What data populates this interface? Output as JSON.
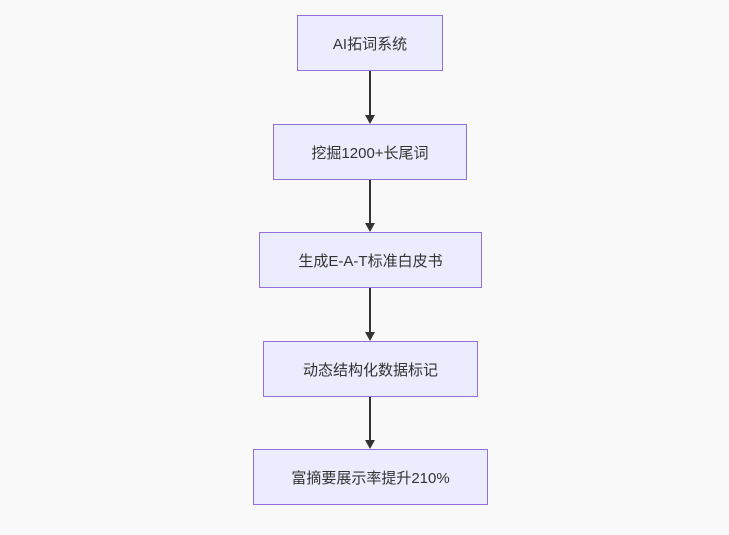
{
  "diagram": {
    "type": "flowchart",
    "direction": "top-down",
    "nodes": [
      {
        "label": "AI拓词系统"
      },
      {
        "label": "挖掘1200+长尾词"
      },
      {
        "label": "生成E-A-T标准白皮书"
      },
      {
        "label": "动态结构化数据标记"
      },
      {
        "label": "富摘要展示率提升210%"
      }
    ],
    "edges": [
      {
        "from": 0,
        "to": 1,
        "style": "arrow-down"
      },
      {
        "from": 1,
        "to": 2,
        "style": "arrow-down"
      },
      {
        "from": 2,
        "to": 3,
        "style": "arrow-down"
      },
      {
        "from": 3,
        "to": 4,
        "style": "arrow-down"
      }
    ],
    "colors": {
      "background": "#f9f9f9",
      "node_fill": "#ececff",
      "node_border": "#9370db",
      "edge_line": "#333333",
      "text": "#333333"
    }
  }
}
